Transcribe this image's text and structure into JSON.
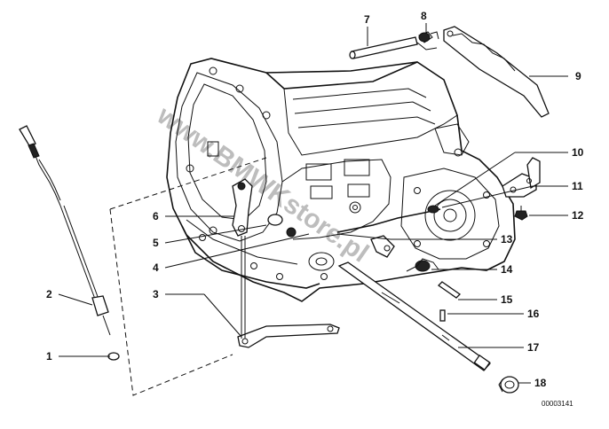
{
  "callouts": [
    {
      "id": "1",
      "text": "1"
    },
    {
      "id": "2",
      "text": "2"
    },
    {
      "id": "3",
      "text": "3"
    },
    {
      "id": "4",
      "text": "4"
    },
    {
      "id": "5",
      "text": "5"
    },
    {
      "id": "6",
      "text": "6"
    },
    {
      "id": "7",
      "text": "7"
    },
    {
      "id": "8",
      "text": "8"
    },
    {
      "id": "9",
      "text": "9"
    },
    {
      "id": "10",
      "text": "10"
    },
    {
      "id": "11",
      "text": "11"
    },
    {
      "id": "12",
      "text": "12"
    },
    {
      "id": "13",
      "text": "13"
    },
    {
      "id": "14",
      "text": "14"
    },
    {
      "id": "15",
      "text": "15"
    },
    {
      "id": "16",
      "text": "16"
    },
    {
      "id": "17",
      "text": "17"
    },
    {
      "id": "18",
      "text": "18"
    }
  ],
  "reference_number": "00003141",
  "watermark": "www.BMWKstore.pl"
}
